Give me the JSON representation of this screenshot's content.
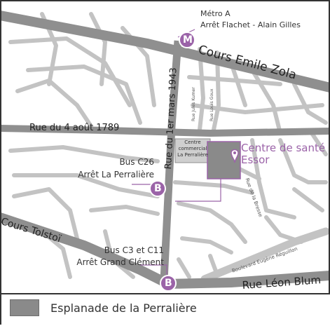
{
  "colors": {
    "accent": "#9b63a8",
    "major_road": "#8f8f8f",
    "minor_road": "#bdbdbd",
    "esplanade": "#8a8a8a",
    "frame": "#333333"
  },
  "metro": {
    "name_line1": "Métro A",
    "name_line2": "Arrêt Flachet - Alain Gilles",
    "badge": "M"
  },
  "bus_c26": {
    "line1": "Bus C26",
    "line2": "Arrêt La Perralière",
    "badge": "B"
  },
  "bus_c3": {
    "line1": "Bus C3 et C11",
    "line2": "Arrêt Grand Clément",
    "badge": "B"
  },
  "roads": {
    "cours_emile_zola": "Cours Emile Zola",
    "rue_4_aout": "Rue du 4 août 1789",
    "rue_1er_mars": "Rue du 1er mars 1943",
    "cours_tolstoi": "Cours Tolstoï",
    "rue_leon_blum": "Rue Léon Blum",
    "boulevard_eugene_reguillon": "Boulevard Eugène Réguillon",
    "rue_jules_kumer": "Rue Jules Kumer",
    "rue_louis_goux": "Rue Louis Goux",
    "rue_de_la_bresse": "Rue de la Bresse"
  },
  "centre_commercial": {
    "line1": "Centre",
    "line2": "commercial",
    "line3": "La Perralière"
  },
  "centre_sante": {
    "line1": "Centre de santé",
    "line2": "Essor"
  },
  "legend": {
    "label": "Esplanade de la Perralière"
  }
}
